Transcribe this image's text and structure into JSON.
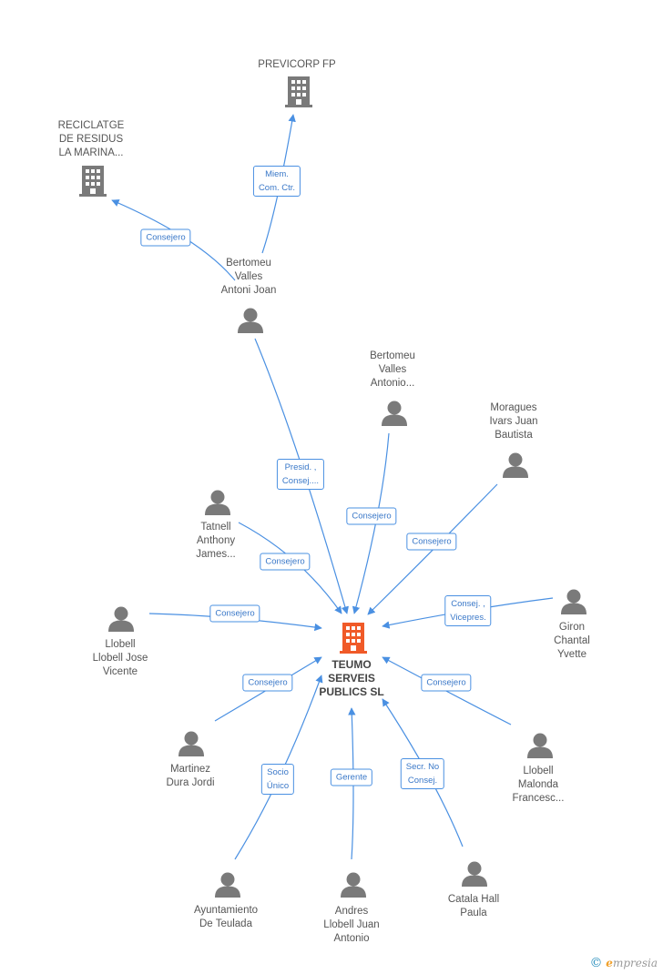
{
  "nodes": {
    "previcorp": {
      "label": "PREVICORP FP",
      "kind": "company"
    },
    "reciclatge": {
      "label": "RECICLATGE\nDE RESIDUS\nLA MARINA...",
      "kind": "company"
    },
    "bertomeu_joan": {
      "label": "Bertomeu\nValles\nAntoni Joan",
      "kind": "person"
    },
    "bertomeu_antonio": {
      "label": "Bertomeu\nValles\nAntonio...",
      "kind": "person"
    },
    "moragues": {
      "label": "Moragues\nIvars Juan\nBautista",
      "kind": "person"
    },
    "tatnell": {
      "label": "Tatnell\nAnthony\nJames...",
      "kind": "person"
    },
    "llobell_jose": {
      "label": "Llobell\nLlobell Jose\nVicente",
      "kind": "person"
    },
    "giron": {
      "label": "Giron\nChantal\nYvette",
      "kind": "person"
    },
    "teumo": {
      "label": "TEUMO\nSERVEIS\nPUBLICS SL",
      "kind": "company-main"
    },
    "martinez": {
      "label": "Martinez\nDura Jordi",
      "kind": "person"
    },
    "llobell_malonda": {
      "label": "Llobell\nMalonda\nFrancesc...",
      "kind": "person"
    },
    "ayuntamiento": {
      "label": "Ayuntamiento\nDe Teulada",
      "kind": "person"
    },
    "andres": {
      "label": "Andres\nLlobell Juan\nAntonio",
      "kind": "person"
    },
    "catala": {
      "label": "Catala Hall\nPaula",
      "kind": "person"
    }
  },
  "edges": {
    "e_previcorp": {
      "label": "Miem.\nCom. Ctr."
    },
    "e_reciclatge": {
      "label": "Consejero"
    },
    "e_bj_teumo": {
      "label": "Presid. ,\nConsej...."
    },
    "e_ba_teumo": {
      "label": "Consejero"
    },
    "e_mor_teumo": {
      "label": "Consejero"
    },
    "e_tat_teumo": {
      "label": "Consejero"
    },
    "e_llj_teumo": {
      "label": "Consejero"
    },
    "e_gir_teumo": {
      "label": "Consej. ,\nVicepres."
    },
    "e_mar_teumo": {
      "label": "Consejero"
    },
    "e_llm_teumo": {
      "label": "Consejero"
    },
    "e_ayu_teumo": {
      "label": "Socio\nÚnico"
    },
    "e_and_teumo": {
      "label": "Gerente"
    },
    "e_cat_teumo": {
      "label": "Secr. No\nConsej."
    }
  },
  "colors": {
    "edge": "#4a90e2",
    "company": "#7a7a7a",
    "main_company": "#f05a28",
    "person": "#7a7a7a"
  },
  "watermark": {
    "copyright": "©",
    "brand_initial": "e",
    "brand_rest": "mpresia"
  }
}
